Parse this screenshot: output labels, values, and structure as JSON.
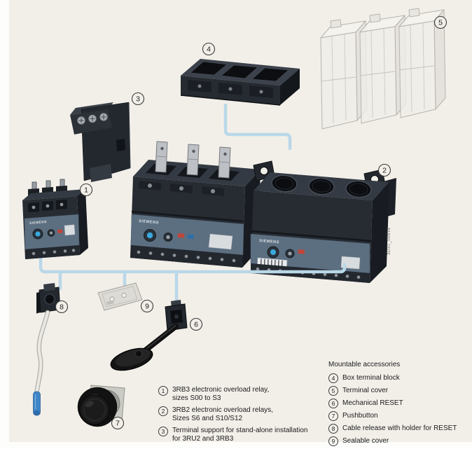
{
  "background_color": "#f2efe9",
  "connector_line_color": "#b9d8e8",
  "brand": "SIEMENS",
  "watermark": "3D31_00816",
  "callouts": [
    "1",
    "2",
    "3",
    "4",
    "5",
    "6",
    "7",
    "8",
    "9"
  ],
  "legend_main": {
    "items": [
      {
        "num": "1",
        "line1": "3RB3 electronic overload relay,",
        "line2": "sizes S00 to S3"
      },
      {
        "num": "2",
        "line1": "3RB2 electronic overload relays,",
        "line2": "Sizes S6 and S10/S12"
      },
      {
        "num": "3",
        "line1": "Terminal support for stand-alone installation",
        "line2": "for 3RU2 and 3RB3"
      }
    ]
  },
  "legend_accessories": {
    "title": "Mountable accessories",
    "items": [
      {
        "num": "4",
        "label": "Box terminal block"
      },
      {
        "num": "5",
        "label": "Terminal cover"
      },
      {
        "num": "6",
        "label": "Mechanical RESET"
      },
      {
        "num": "7",
        "label": "Pushbutton"
      },
      {
        "num": "8",
        "label": "Cable release with holder for RESET"
      },
      {
        "num": "9",
        "label": "Sealable cover"
      }
    ]
  }
}
